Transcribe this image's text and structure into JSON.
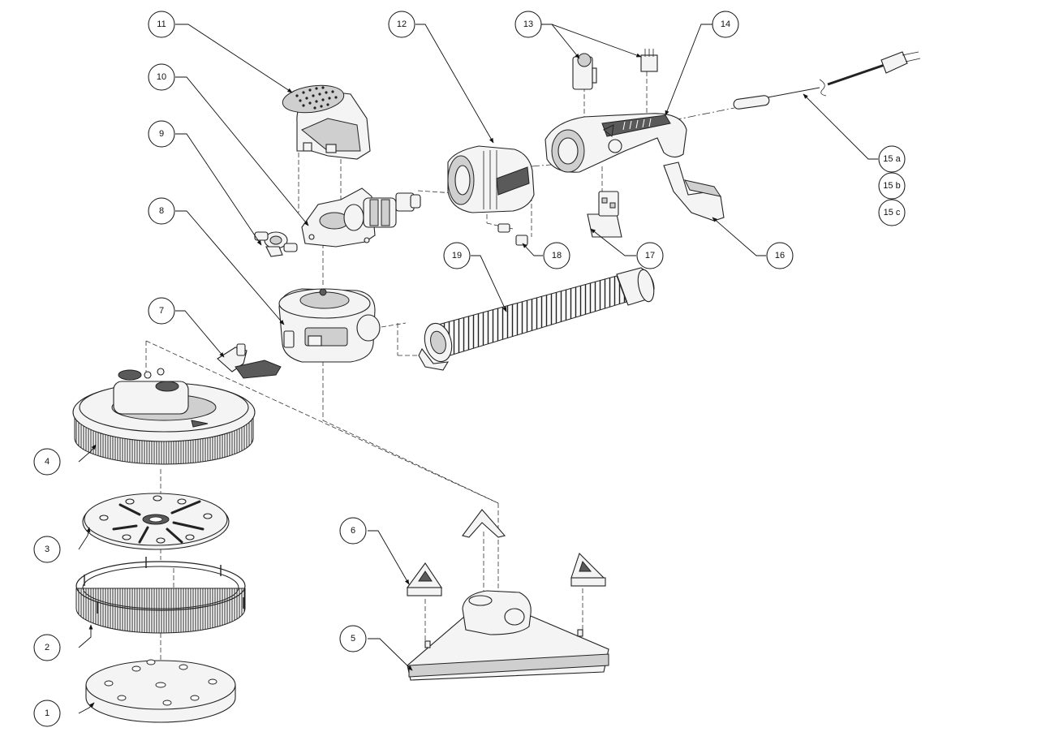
{
  "callouts": {
    "c1": "1",
    "c2": "2",
    "c3": "3",
    "c4": "4",
    "c5": "5",
    "c6": "6",
    "c7": "7",
    "c8": "8",
    "c9": "9",
    "c10": "10",
    "c11": "11",
    "c12": "12",
    "c13": "13",
    "c14": "14",
    "c15a": "15 a",
    "c15b": "15 b",
    "c15c": "15 c",
    "c16": "16",
    "c17": "17",
    "c18": "18",
    "c19": "19"
  }
}
